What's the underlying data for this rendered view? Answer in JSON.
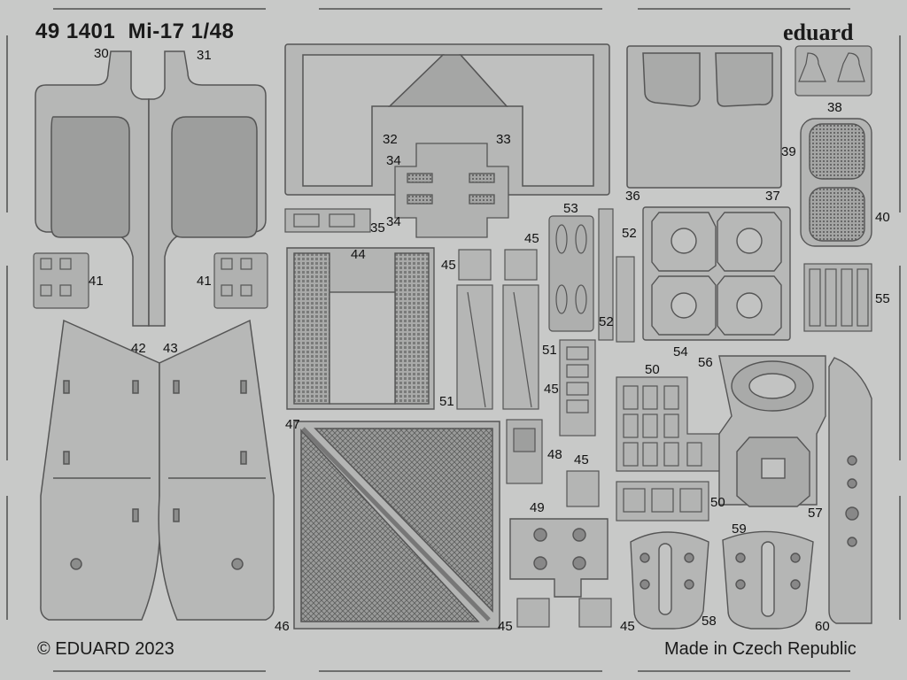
{
  "header": {
    "code": "49 1401",
    "title": "Mi-17 1/48",
    "brand": "eduard"
  },
  "footer": {
    "copyright": "© EDUARD 2023",
    "origin": "Made in Czech Republic"
  },
  "part_numbers": [
    "30",
    "31",
    "32",
    "33",
    "34",
    "34",
    "35",
    "36",
    "37",
    "38",
    "39",
    "40",
    "41",
    "41",
    "42",
    "43",
    "44",
    "45",
    "45",
    "45",
    "45",
    "45",
    "45",
    "46",
    "47",
    "48",
    "49",
    "50",
    "50",
    "51",
    "51",
    "52",
    "52",
    "53",
    "54",
    "55",
    "56",
    "57",
    "58",
    "59",
    "60"
  ]
}
